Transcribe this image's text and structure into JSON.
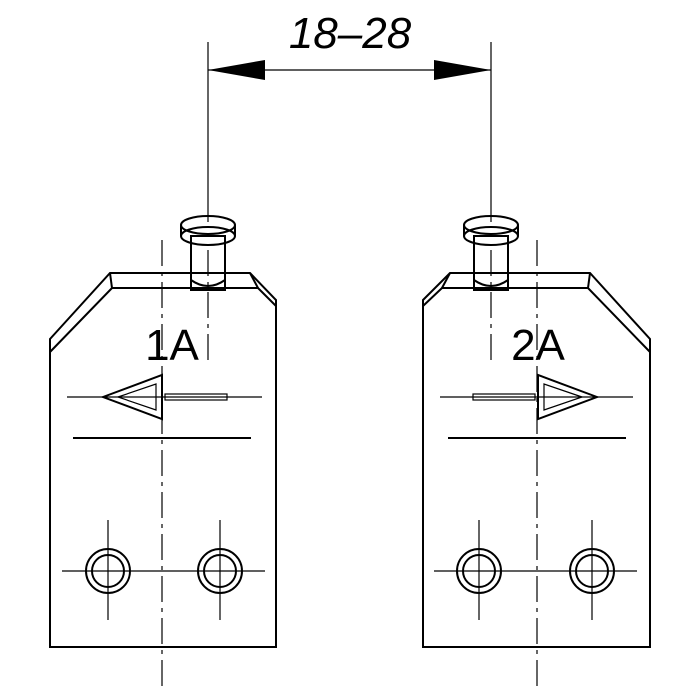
{
  "dimension": {
    "text": "18–28"
  },
  "blocks": [
    {
      "id": "left",
      "label": "1A",
      "arrow": "left"
    },
    {
      "id": "right",
      "label": "2A",
      "arrow": "right"
    }
  ],
  "colors": {
    "stroke": "#000000",
    "background": "#ffffff"
  }
}
